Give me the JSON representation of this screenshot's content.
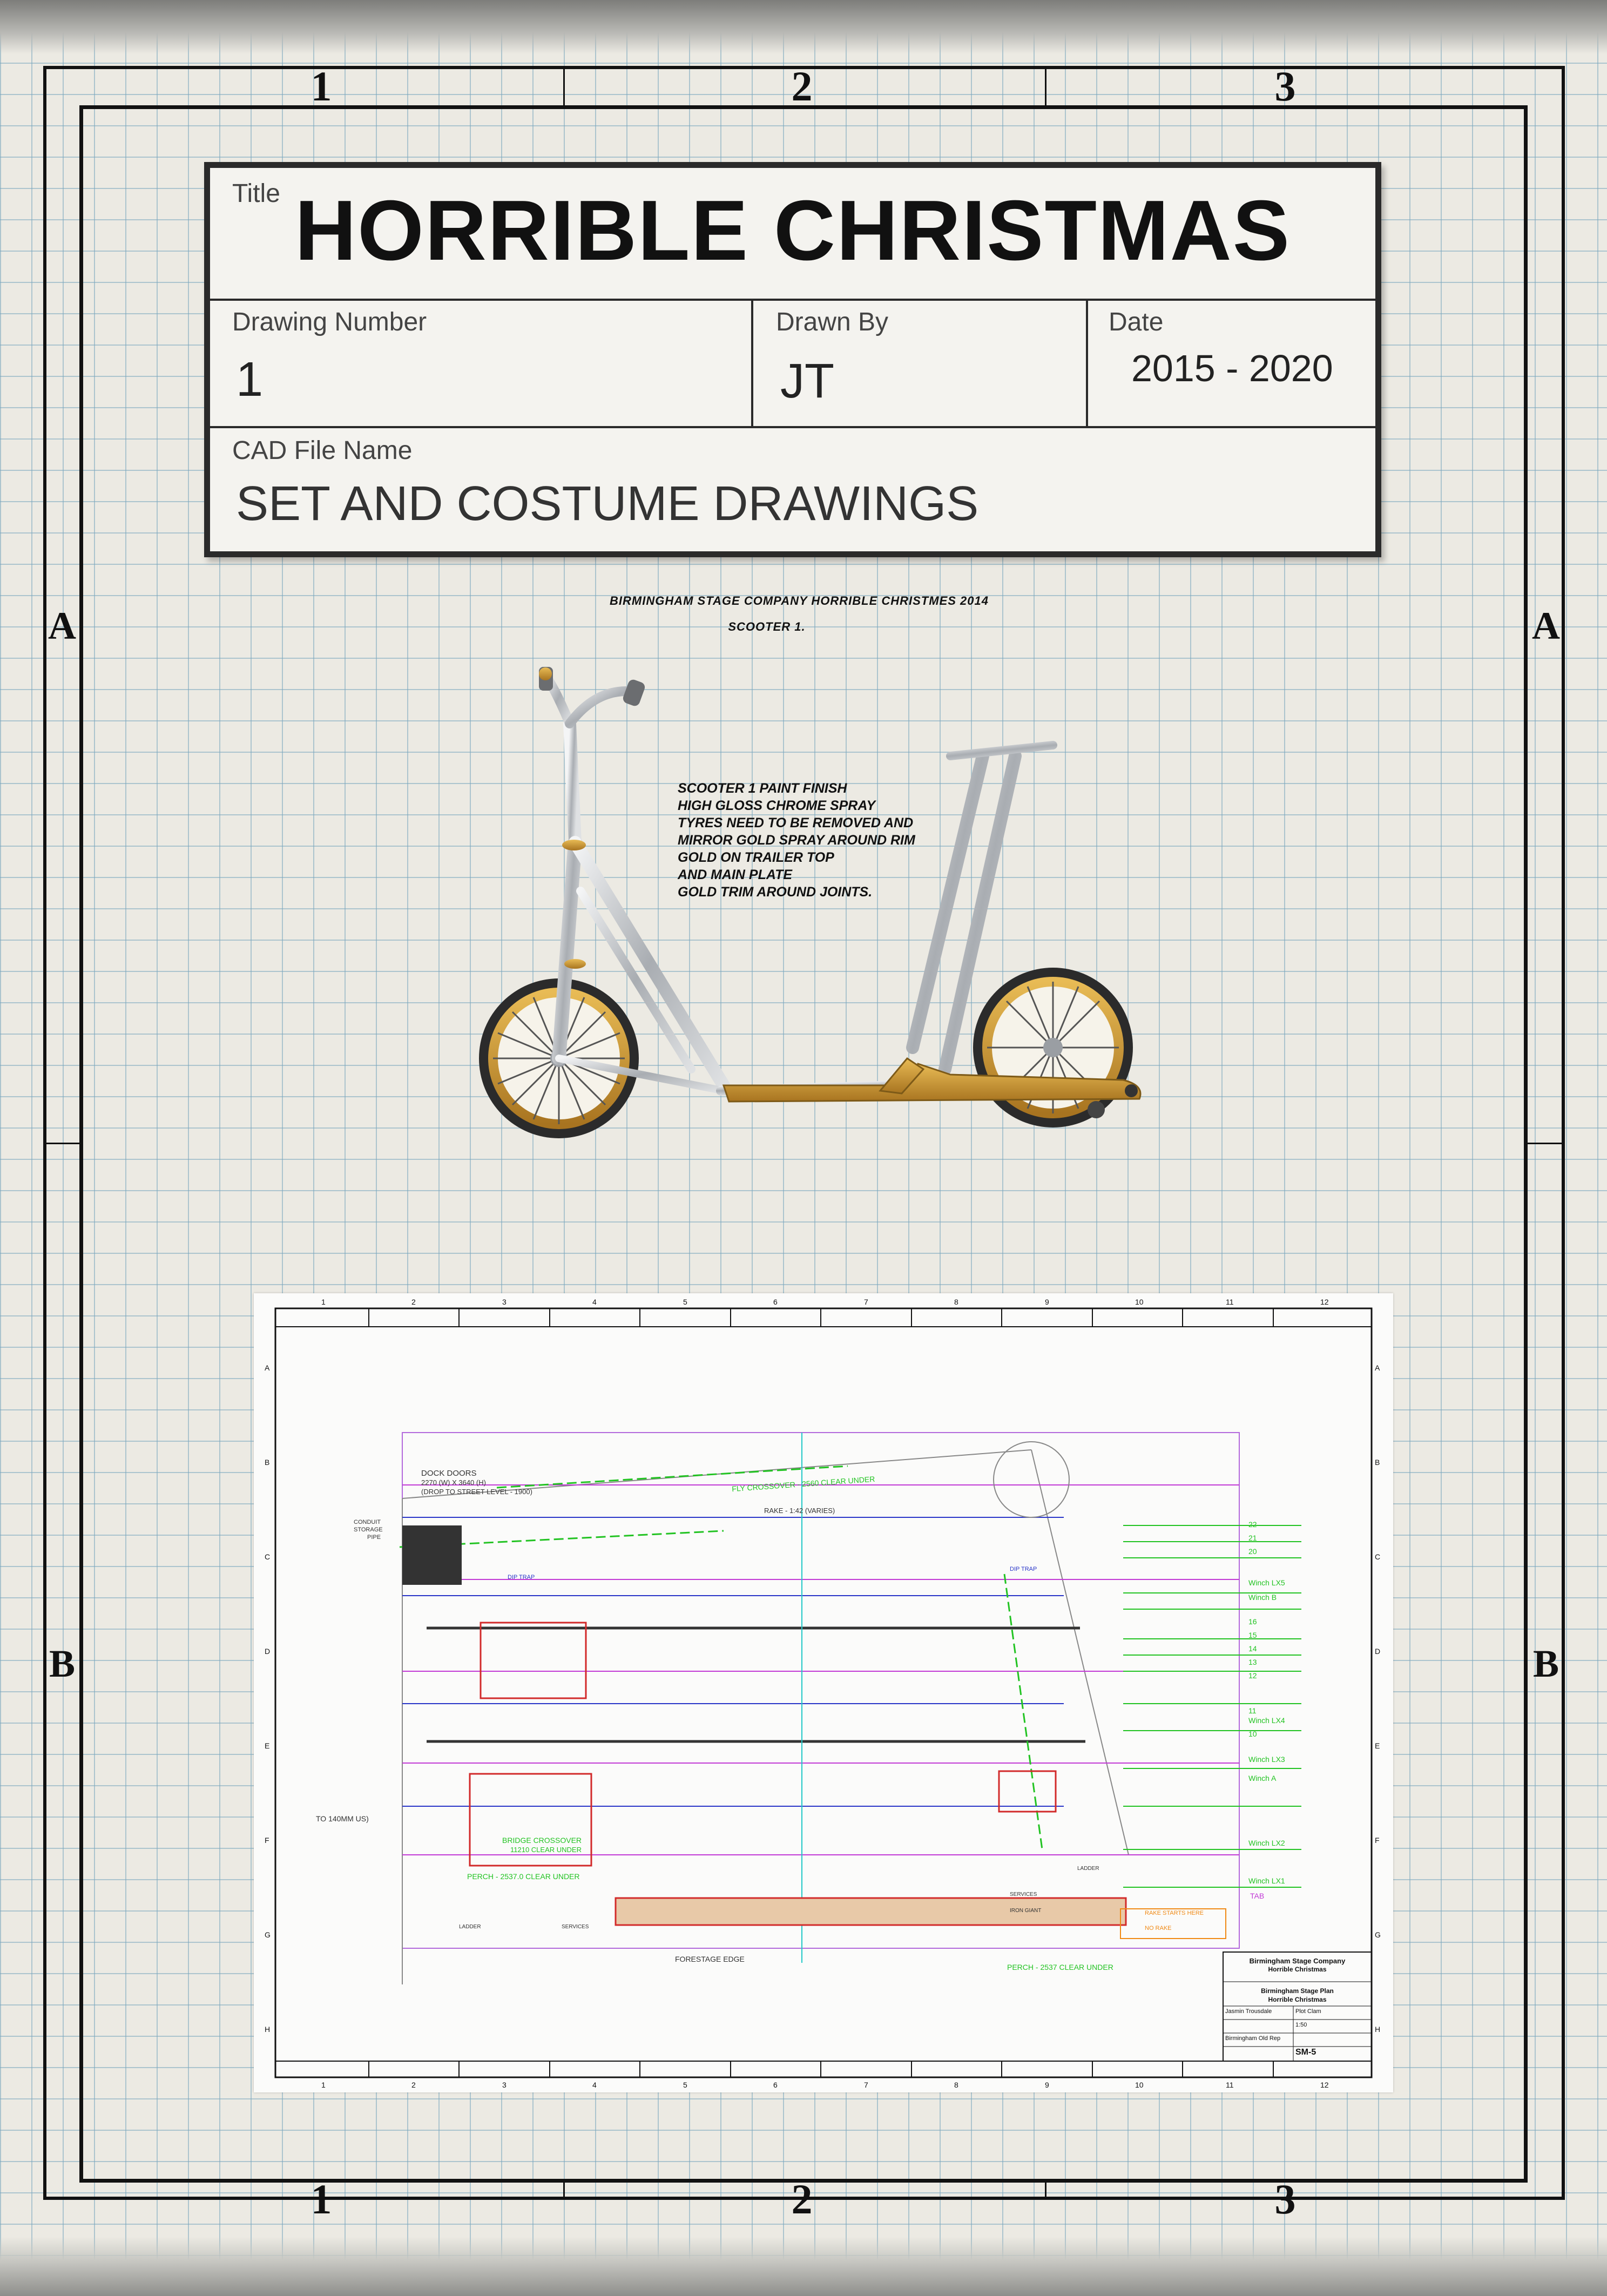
{
  "frame": {
    "columns": [
      "1",
      "2",
      "3"
    ],
    "rows": [
      "A",
      "B"
    ]
  },
  "title_block": {
    "title_label": "Title",
    "title": "HORRIBLE CHRISTMAS",
    "drawing_number_label": "Drawing Number",
    "drawing_number": "1",
    "drawn_by_label": "Drawn By",
    "drawn_by": "JT",
    "date_label": "Date",
    "date": "2015 - 2020",
    "cad_file_label": "CAD File Name",
    "cad_file": "SET AND COSTUME DRAWINGS"
  },
  "scooter_drawing": {
    "heading": "BIRMINGHAM STAGE COMPANY HORRIBLE CHRISTMES 2014",
    "subheading": "SCOOTER 1.",
    "notes": [
      "SCOOTER 1 PAINT FINISH",
      "HIGH GLOSS CHROME SPRAY",
      "TYRES NEED TO BE REMOVED AND",
      "MIRROR GOLD SPRAY AROUND RIM",
      "GOLD ON TRAILER TOP",
      "AND MAIN PLATE",
      "GOLD TRIM AROUND JOINTS."
    ],
    "colors": {
      "chrome": "#b9bcc0",
      "gold": "#c9952e",
      "tyre": "#2b2b2b"
    }
  },
  "stage_plan": {
    "columns": [
      "1",
      "2",
      "3",
      "4",
      "5",
      "6",
      "7",
      "8",
      "9",
      "10",
      "11",
      "12"
    ],
    "rows": [
      "A",
      "B",
      "C",
      "D",
      "E",
      "F",
      "G",
      "H"
    ],
    "labels": {
      "dock_doors": "DOCK DOORS",
      "dock_size": "2270 (W) X 3640 (H)",
      "dock_drop": "(DROP TO STREET LEVEL - 1900)",
      "fly_crossover": "FLY CROSSOVER - 2560 CLEAR UNDER",
      "rake": "RAKE - 1:42 (VARIES)",
      "conduit": "CONDUIT",
      "storage": "STORAGE",
      "pipe": "PIPE",
      "dip_trap_left": "DIP TRAP",
      "dip_trap_right": "DIP TRAP",
      "bridge_crossover": "BRIDGE CROSSOVER",
      "bridge_clear": "11210 CLEAR UNDER",
      "perch_left": "PERCH - 2537.0 CLEAR UNDER",
      "perch_right": "PERCH - 2537 CLEAR UNDER",
      "to_140": "TO 140MM US)",
      "forestage": "FORESTAGE EDGE",
      "ladder_left": "LADDER",
      "services_left": "SERVICES",
      "services_right": "SERVICES",
      "iron_giant": "IRON GIANT",
      "ladder_right": "LADDER",
      "rake_starts": "RAKE STARTS HERE",
      "no_rake": "NO RAKE",
      "tab": "TAB"
    },
    "winch_labels": [
      "Winch LX5",
      "Winch B",
      "Winch LX4",
      "Winch LX3",
      "Winch A",
      "Winch LX2",
      "Winch LX1"
    ],
    "bar_numbers": [
      "22",
      "21",
      "20",
      "16",
      "15",
      "14",
      "13",
      "12",
      "11",
      "10"
    ],
    "title_block": {
      "company": "Birmingham Stage Company",
      "show": "Horrible Christmas",
      "plan_title": "Birmingham Stage Plan",
      "plan_show": "Horrible Christmas",
      "drawn": "Jasmin Trousdale",
      "status": "Plot Clam",
      "scale": "1:50",
      "venue": "Birmingham Old Rep",
      "sheet": "SM-5"
    },
    "colors": {
      "green": "#22c322",
      "magenta": "#c23ad6",
      "blue": "#2a36c8",
      "red": "#d22a2a",
      "orange": "#f08a16",
      "cyan": "#22c8c8"
    }
  }
}
